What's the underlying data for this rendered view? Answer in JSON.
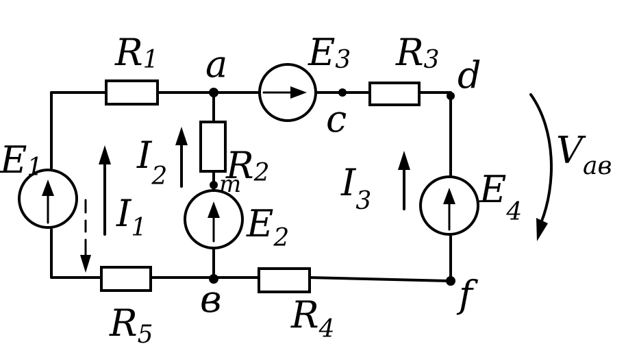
{
  "diagram": {
    "resistors": {
      "r1": {
        "base": "R",
        "sub": "1"
      },
      "r2": {
        "base": "R",
        "sub": "2"
      },
      "r3": {
        "base": "R",
        "sub": "3"
      },
      "r4": {
        "base": "R",
        "sub": "4"
      },
      "r5": {
        "base": "R",
        "sub": "5"
      }
    },
    "sources": {
      "e1": {
        "base": "E",
        "sub": "1"
      },
      "e2": {
        "base": "E",
        "sub": "2"
      },
      "e3": {
        "base": "E",
        "sub": "3"
      },
      "e4": {
        "base": "E",
        "sub": "4"
      }
    },
    "currents": {
      "i1": {
        "base": "I",
        "sub": "1"
      },
      "i2": {
        "base": "I",
        "sub": "2"
      },
      "i3": {
        "base": "I",
        "sub": "3"
      }
    },
    "nodes": {
      "a": "a",
      "b": "в",
      "c": "c",
      "d": "d",
      "f": "f",
      "m": "m"
    },
    "voltage": {
      "base": "V",
      "sub": "aв"
    }
  }
}
